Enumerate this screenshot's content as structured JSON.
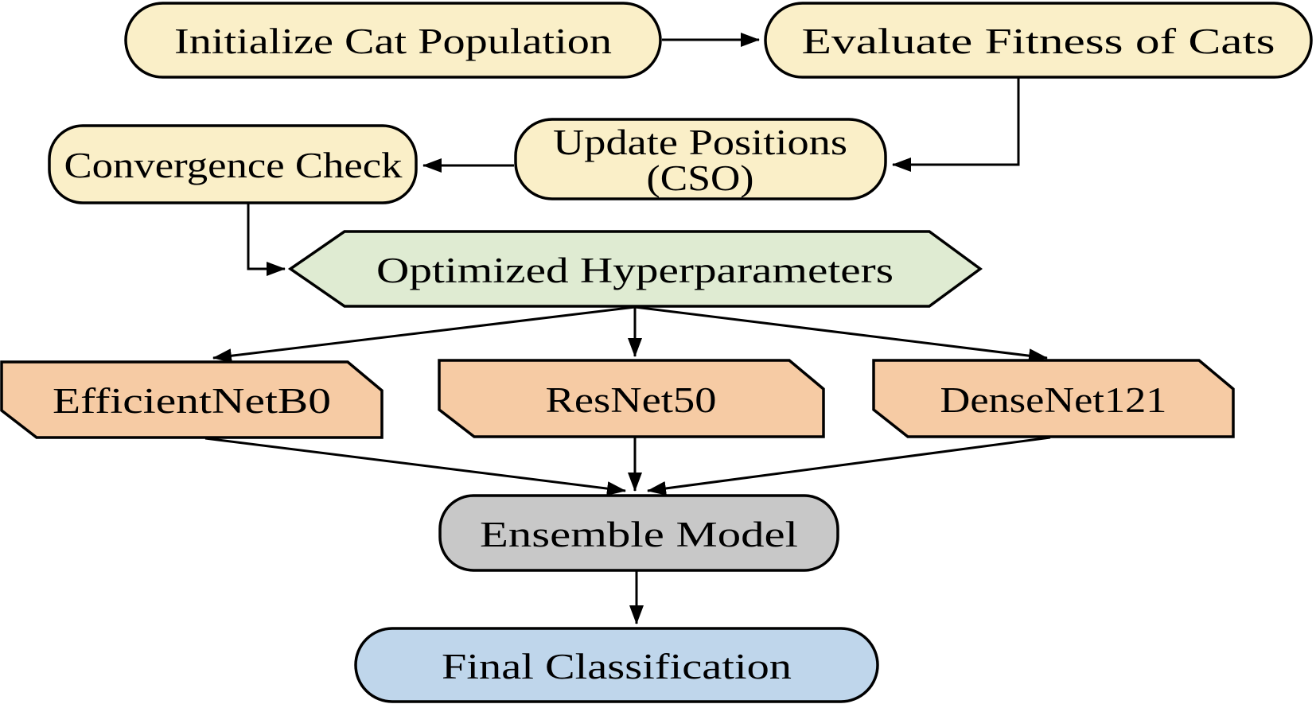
{
  "diagram": {
    "description": "Flowchart of Cat Swarm Optimization (CSO) hyperparameter tuning feeding an ensemble of CNN models for final classification",
    "colors": {
      "process_fill": "#FAEFC8",
      "hyperparam_fill": "#DFEBD2",
      "model_fill": "#F6CBA4",
      "ensemble_fill": "#C8C8C8",
      "final_fill": "#BFD6EB",
      "stroke": "#000000",
      "background": "#FFFFFF"
    },
    "nodes": {
      "initialize": {
        "label": "Initialize Cat Population",
        "shape": "stadium"
      },
      "evaluate": {
        "label": "Evaluate Fitness of Cats",
        "shape": "stadium"
      },
      "convergence": {
        "label": "Convergence Check",
        "shape": "rounded-rect"
      },
      "update": {
        "line1": "Update Positions",
        "line2": "(CSO)",
        "shape": "rounded-rect"
      },
      "hyperparams": {
        "label": "Optimized Hyperparameters",
        "shape": "hexagon"
      },
      "model1": {
        "label": "EfficientNetB0",
        "shape": "chamfered-card"
      },
      "model2": {
        "label": "ResNet50",
        "shape": "chamfered-card"
      },
      "model3": {
        "label": "DenseNet121",
        "shape": "chamfered-card"
      },
      "ensemble": {
        "label": "Ensemble Model",
        "shape": "rounded-rect"
      },
      "final": {
        "label": "Final Classification",
        "shape": "stadium"
      }
    },
    "edges": [
      {
        "from": "initialize",
        "to": "evaluate"
      },
      {
        "from": "evaluate",
        "to": "update"
      },
      {
        "from": "update",
        "to": "convergence"
      },
      {
        "from": "convergence",
        "to": "hyperparams"
      },
      {
        "from": "hyperparams",
        "to": "model1"
      },
      {
        "from": "hyperparams",
        "to": "model2"
      },
      {
        "from": "hyperparams",
        "to": "model3"
      },
      {
        "from": "model1",
        "to": "ensemble"
      },
      {
        "from": "model2",
        "to": "ensemble"
      },
      {
        "from": "model3",
        "to": "ensemble"
      },
      {
        "from": "ensemble",
        "to": "final"
      }
    ]
  }
}
